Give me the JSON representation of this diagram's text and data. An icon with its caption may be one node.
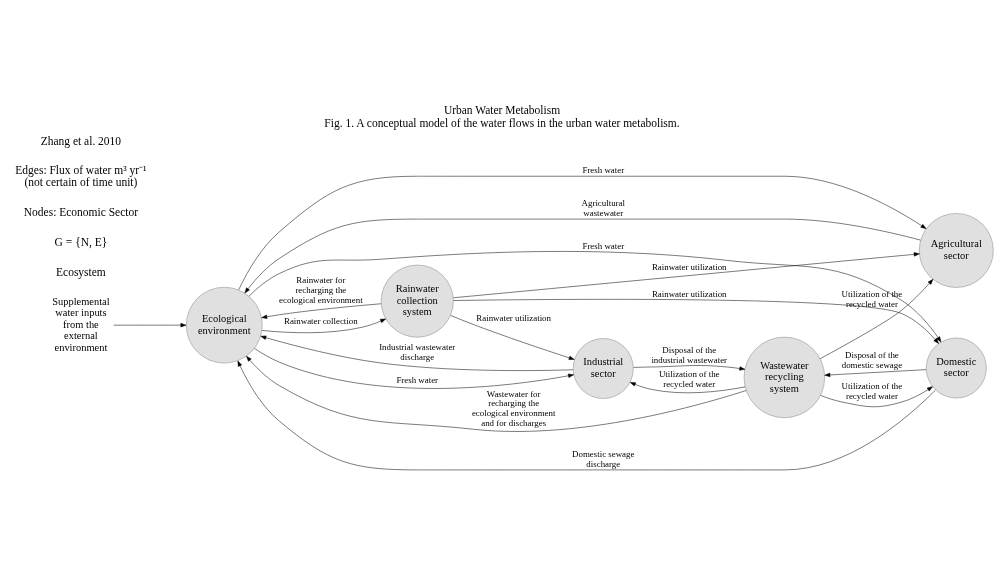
{
  "diagram": {
    "title": "Urban Water Metabolism",
    "caption": "Fig. 1. A conceptual model of the water flows in the urban water metabolism.",
    "nodes": [
      {
        "text": [
          "Supplemental water inputs from the external environment"
        ]
      },
      {
        "text": [
          "Ecological environment"
        ]
      },
      {
        "text": [
          "Industrial sector"
        ]
      },
      {
        "text": [
          "Agricultural sector"
        ]
      },
      {
        "text": [
          "Wastewater recycling system"
        ]
      },
      {
        "text": [
          "Rainwater collection system"
        ]
      },
      {
        "text": [
          "Domestic sector"
        ]
      }
    ],
    "edges": [
      {
        "from": 0,
        "to": 1,
        "arrow": "to"
      },
      {
        "from": 2,
        "to": 1,
        "arrow": "to",
        "label": "Industrial wastewater discharge"
      },
      {
        "from": 1,
        "to": 2,
        "arrow": "to",
        "label": "Fresh water"
      },
      {
        "from": 2,
        "to": 4,
        "arrow": "to",
        "label": "Disposal of the industrial wastewater"
      },
      {
        "from": 4,
        "to": 2,
        "arrow": "to",
        "label": "Utilization of the recycled water"
      },
      {
        "from": 4,
        "to": 1,
        "arrow": "to",
        "label": "Wastewater for recharging the ecological environment and for discharges"
      },
      {
        "from": 3,
        "to": 1,
        "arrow": "to",
        "label": "Agricultural wastewater"
      },
      {
        "from": 1,
        "to": 3,
        "arrow": "to",
        "label": "Fresh water"
      },
      {
        "from": 1,
        "to": 6,
        "arrow": "to",
        "label": "Fresh water"
      },
      {
        "from": 6,
        "to": 1,
        "arrow": "to",
        "label": "Domestic sewage discharge"
      },
      {
        "from": 4,
        "to": 3,
        "arrow": "to",
        "label": "Utilization of the recycled water"
      },
      {
        "from": 4,
        "to": 6,
        "arrow": "to",
        "label": "Utilization of the recycled water"
      },
      {
        "from": 6,
        "to": 4,
        "arrow": "to",
        "label": "Disposal of the domestic sewage"
      },
      {
        "from": 5,
        "to": 1,
        "arrow": "to",
        "label": "Rainwater for recharging the ecological environment"
      },
      {
        "from": 1,
        "to": 5,
        "arrow": "to",
        "label": "Rainwater collection"
      },
      {
        "from": 5,
        "to": 2,
        "arrow": "to",
        "label": "Rainwater utilization"
      },
      {
        "from": 5,
        "to": 3,
        "arrow": "to",
        "label": "Rainwater utilization"
      },
      {
        "from": 5,
        "to": 6,
        "arrow": "to",
        "label": "Rainwater utilization"
      }
    ],
    "labels": [
      "Ecosystem",
      "G = {N, E}",
      "Nodes: Economic Sector",
      "Edges: Flux of water m³ yr⁻¹ (not certain of time unit)",
      "Zhang et al. 2010"
    ]
  }
}
